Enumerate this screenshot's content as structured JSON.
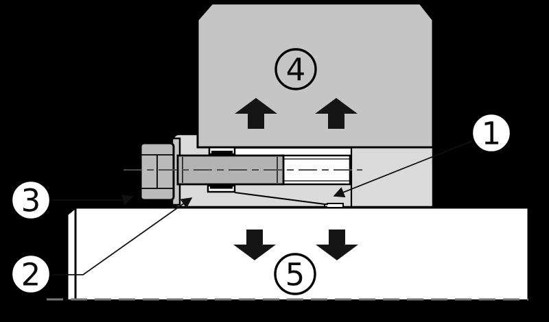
{
  "diagram": {
    "description": "Technical sectional diagram of a wedge clamp bolted joint with five numbered callouts",
    "background_color": "#000000",
    "callouts": [
      {
        "id": 1,
        "label": "1"
      },
      {
        "id": 2,
        "label": "2"
      },
      {
        "id": 3,
        "label": "3"
      },
      {
        "id": 4,
        "label": "4"
      },
      {
        "id": 5,
        "label": "5"
      }
    ],
    "force_arrows": {
      "upward_in_upper_block": 2,
      "downward_in_lower_block": 2
    },
    "colors": {
      "upper_block_fill": "#c5c5c5",
      "clamp_body_fill": "#dadada",
      "bolt_shank_fill": "#b3b3b3",
      "bolt_head_fill": "#bababa",
      "washer_fill": "#c6c6c6",
      "lower_block_fill": "#ffffff",
      "thread_bore_fill": "#ffffff",
      "outline": "#000000",
      "arrow_fill": "#151515",
      "centerline_color": "#4a4a4a",
      "cut_line_color": "#777777"
    }
  }
}
